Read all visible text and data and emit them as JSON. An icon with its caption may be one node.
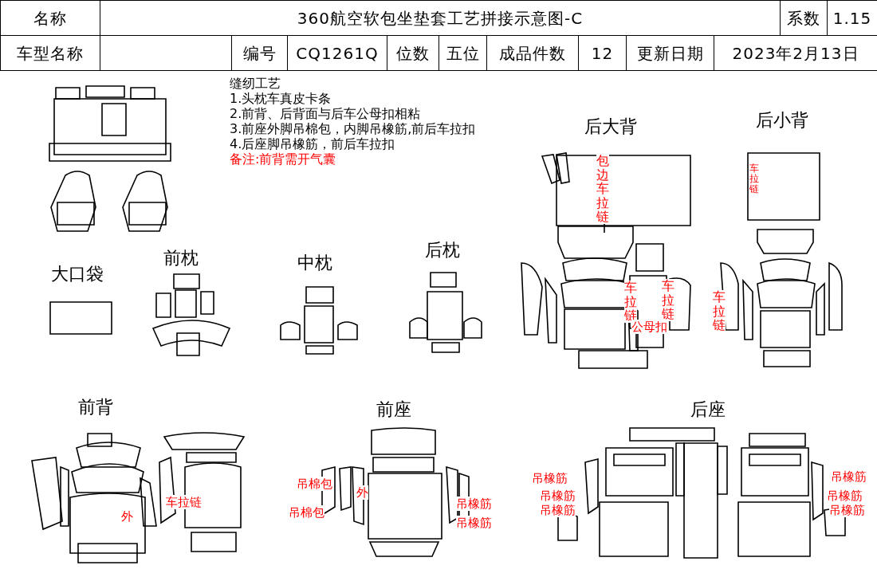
{
  "diagram": {
    "title": "360航空软包坐垫套工艺拼接示意图-C",
    "labels": [
      "名称",
      "系数",
      "1.15",
      "车型名称",
      "编号",
      "CQ1261Q",
      "位数",
      "五位",
      "成品件数",
      "12",
      "更新日期",
      "2023年2月13日",
      "缝纫工艺",
      "1.头枕车真皮卡条",
      "2.前背、后背面与后车公母扣相粘",
      "3.前座外脚吊棉包，内脚吊橡筋,前后车拉扣",
      "4.后座脚吊橡筋，前后车拉扣",
      "备注:前背需开气囊",
      "后大背",
      "后小背",
      "大口袋",
      "前枕",
      "中枕",
      "后枕",
      "前背",
      "前座",
      "后座",
      "包边车拉链",
      "车拉链",
      "车拉链",
      "公母扣",
      "车拉链",
      "车拉链",
      "外",
      "车拉链",
      "吊棉包",
      "外",
      "吊棉包",
      "吊橡筋",
      "吊橡筋",
      "吊橡筋",
      "吊橡筋",
      "吊橡筋",
      "吊橡筋",
      "吊橡筋",
      "吊橡筋"
    ]
  }
}
